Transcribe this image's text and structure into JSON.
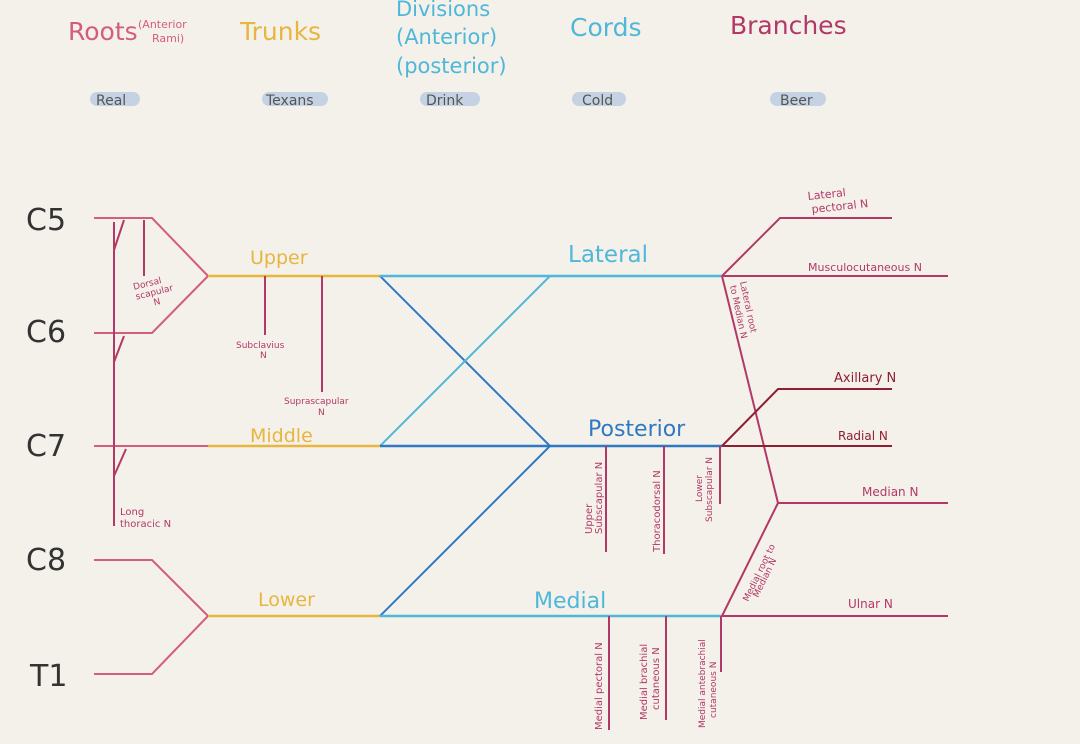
{
  "colors": {
    "roots": "#d35d7d",
    "trunks": "#e8b53f",
    "divisions": "#4fb7d9",
    "cords": "#4aa6d8",
    "branches": "#b23868",
    "roots_lines": "#e06a7d",
    "posterior_cord": "#2f79c4",
    "axillary_radial": "#8e1e34",
    "highlight": "#c4d2e3"
  },
  "headers": {
    "roots": "Roots",
    "roots_note_top": "(Anterior",
    "roots_note_bottom": "Rami)",
    "trunks": "Trunks",
    "divisions_1": "Divisions",
    "divisions_2": "(Anterior)",
    "divisions_3": "(posterior)",
    "cords": "Cords",
    "branches": "Branches"
  },
  "mnemonic": {
    "roots": "Real",
    "trunks": "Texans",
    "divisions": "Drink",
    "cords": "Cold",
    "branches": "Beer"
  },
  "roots": [
    "C5",
    "C6",
    "C7",
    "C8",
    "T1"
  ],
  "trunks": {
    "upper": "Upper",
    "middle": "Middle",
    "lower": "Lower"
  },
  "cords": {
    "lateral": "Lateral",
    "posterior": "Posterior",
    "medial": "Medial"
  },
  "root_nerves": {
    "dorsal_scapular_1": "Dorsal",
    "dorsal_scapular_2": "scapular",
    "dorsal_scapular_3": "N",
    "long_thoracic_1": "Long",
    "long_thoracic_2": "thoracic N"
  },
  "trunk_nerves": {
    "subclavius_1": "Subclavius",
    "subclavius_2": "N",
    "suprascapular_1": "Suprascapular",
    "suprascapular_2": "N"
  },
  "posterior_nerves": {
    "upper_subscapular_1": "Upper",
    "upper_subscapular_2": "Subscapular N",
    "thoracodorsal": "Thoracodorsal N",
    "lower_subscapular_1": "Lower",
    "lower_subscapular_2": "Subscapular N"
  },
  "medial_nerves": {
    "medial_pectoral": "Medial pectoral N",
    "medial_brachial_1": "Medial brachial",
    "medial_brachial_2": "cutaneous N",
    "medial_antebrachial_1": "Medial antebrachial",
    "medial_antebrachial_2": "cutaneous N"
  },
  "cord_roots": {
    "lateral_root_1": "Lateral root",
    "lateral_root_2": "to Median N",
    "medial_root_1": "Medial root to",
    "medial_root_2": "Median N"
  },
  "branches": {
    "lateral_pectoral_1": "Lateral",
    "lateral_pectoral_2": "pectoral N",
    "musculocutaneous": "Musculocutaneous N",
    "axillary": "Axillary N",
    "radial": "Radial N",
    "median": "Median N",
    "ulnar": "Ulnar N"
  }
}
